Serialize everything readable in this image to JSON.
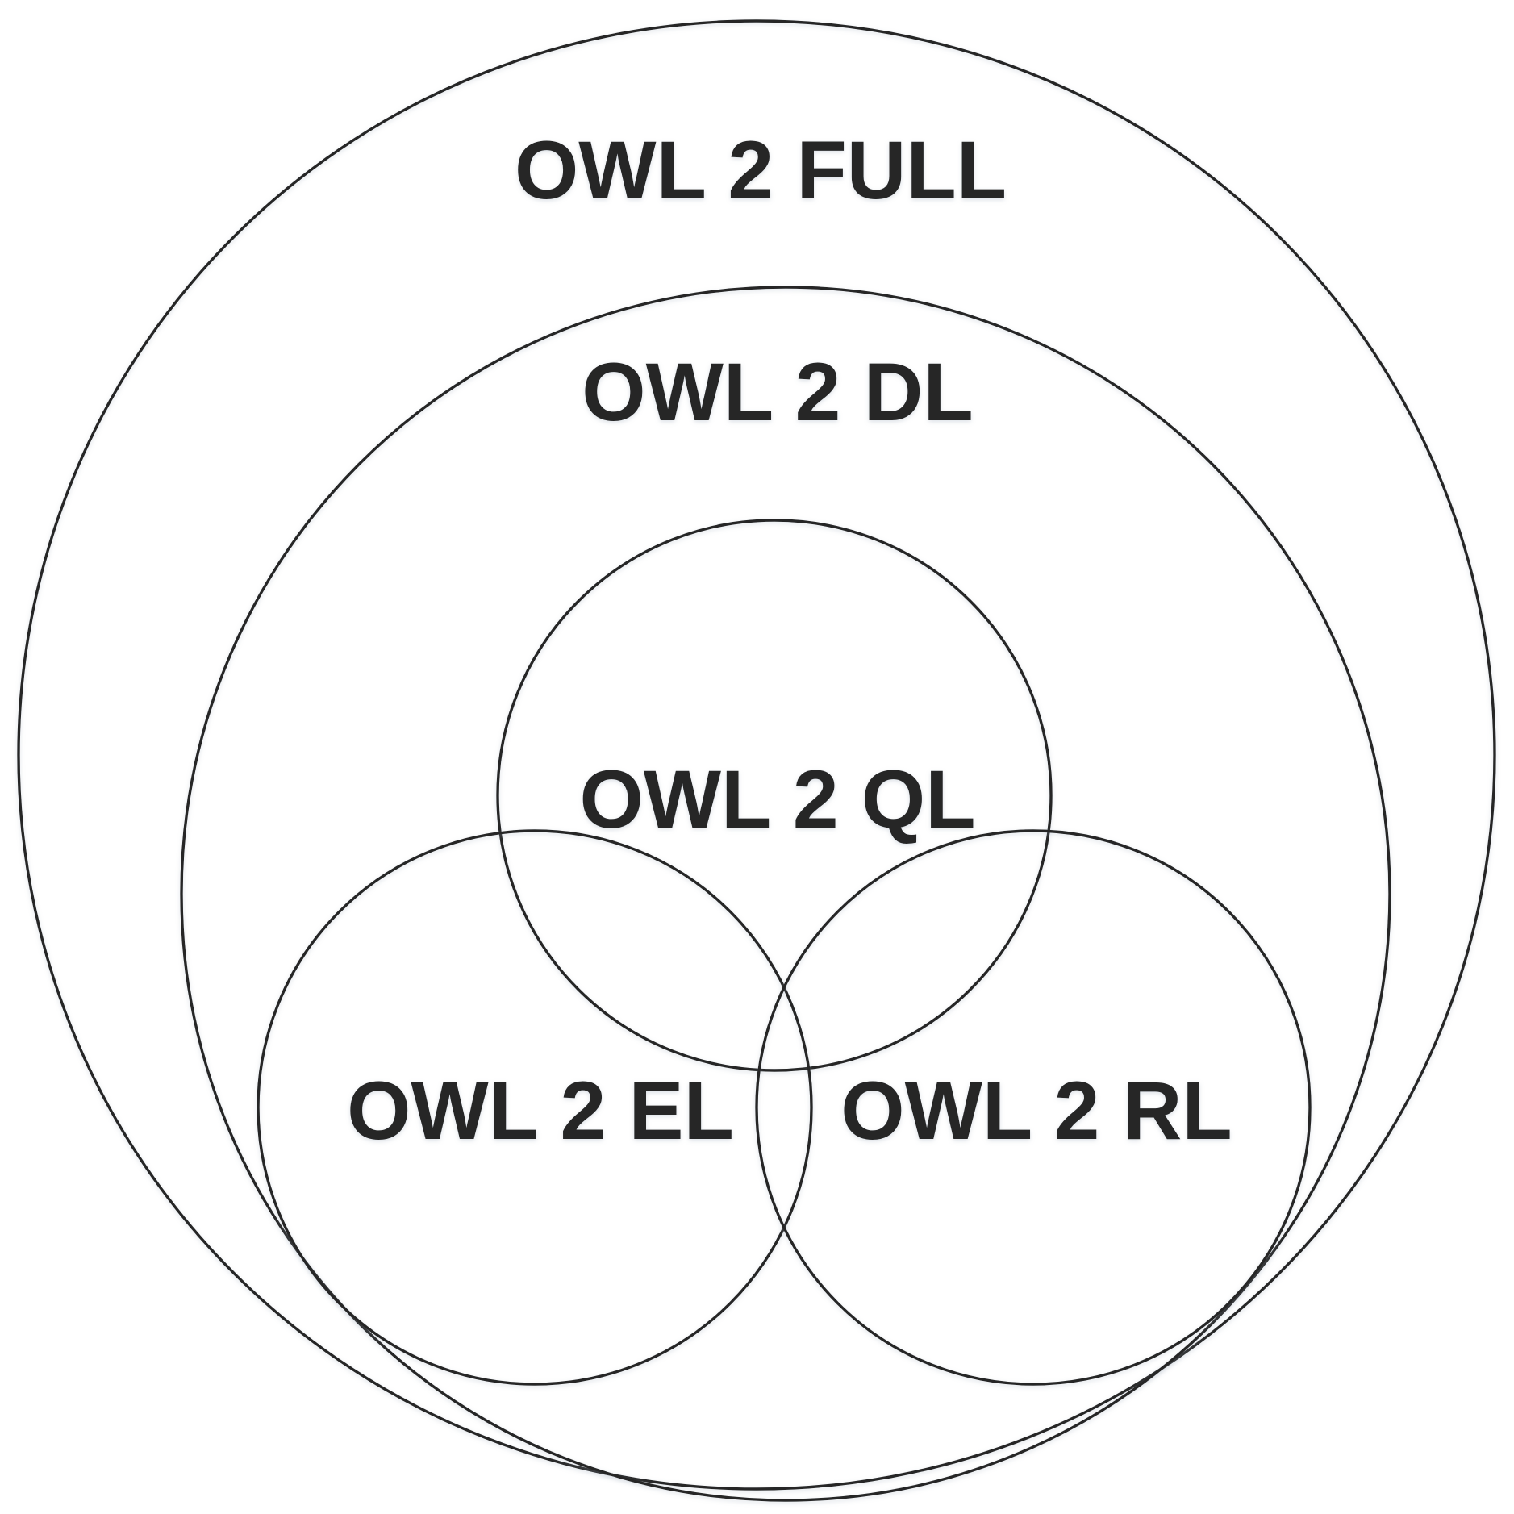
{
  "diagram": {
    "sets": [
      {
        "id": "full",
        "label": "OWL 2 FULL",
        "contains": [
          "dl"
        ]
      },
      {
        "id": "dl",
        "label": "OWL 2 DL",
        "contains": [
          "ql",
          "el",
          "rl"
        ]
      },
      {
        "id": "ql",
        "label": "OWL 2 QL",
        "overlaps": [
          "el",
          "rl"
        ]
      },
      {
        "id": "el",
        "label": "OWL 2 EL",
        "overlaps": [
          "ql",
          "rl"
        ]
      },
      {
        "id": "rl",
        "label": "OWL 2 RL",
        "overlaps": [
          "ql",
          "el"
        ]
      }
    ],
    "colors": {
      "stroke": "#262626",
      "text": "#262626",
      "background": "#ffffff"
    }
  }
}
